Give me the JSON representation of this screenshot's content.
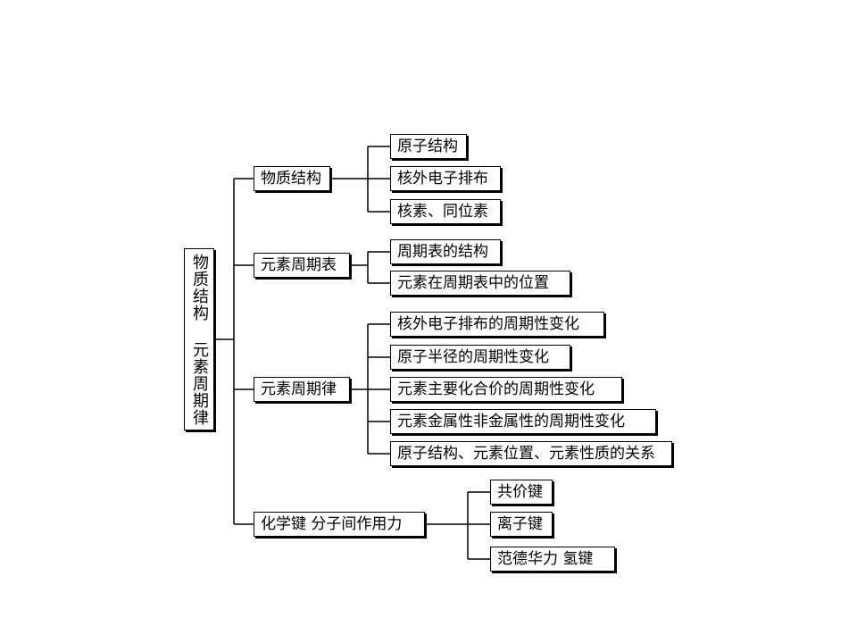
{
  "root": {
    "label": "物质结构 元素周期律"
  },
  "branches": [
    {
      "label": "物质结构",
      "children": [
        "原子结构",
        "核外电子排布",
        "核素、同位素"
      ]
    },
    {
      "label": "元素周期表",
      "children": [
        "周期表的结构",
        "元素在周期表中的位置"
      ]
    },
    {
      "label": "元素周期律",
      "children": [
        "核外电子排布的周期性变化",
        "原子半径的周期性变化",
        "元素主要化合价的周期性变化",
        "元素金属性非金属性的周期性变化",
        "原子结构、元素位置、元素性质的关系"
      ]
    },
    {
      "label": "化学键  分子间作用力",
      "children": [
        "共价键",
        "离子键",
        "范德华力  氢键"
      ]
    }
  ]
}
